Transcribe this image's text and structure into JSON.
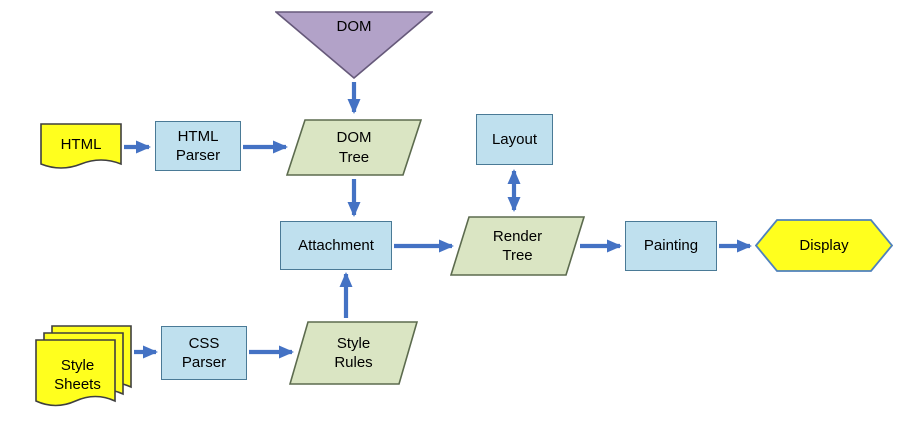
{
  "diagram": {
    "description": "Browser rendering engine flow diagram"
  },
  "colors": {
    "node_blue": "#BFE0EE",
    "stroke_blue": "#4A7A96",
    "node_green": "#DAE5C3",
    "stroke_green": "#5C6B4E",
    "node_yellow": "#FFFF1E",
    "stroke_yellow": "#3F3F3F",
    "stroke_display": "#4F81BD",
    "node_purple": "#B2A2C8",
    "stroke_purple": "#66597A",
    "arrow_blue": "#4472C4"
  },
  "nodes": {
    "dom": {
      "label": "DOM",
      "shape": "triangle-down"
    },
    "html": {
      "label": "HTML",
      "shape": "document"
    },
    "html_parser": {
      "label": "HTML\nParser",
      "shape": "rect"
    },
    "dom_tree": {
      "label": "DOM\nTree",
      "shape": "parallelogram"
    },
    "layout": {
      "label": "Layout",
      "shape": "rect"
    },
    "attachment": {
      "label": "Attachment",
      "shape": "rect"
    },
    "render_tree": {
      "label": "Render\nTree",
      "shape": "parallelogram"
    },
    "painting": {
      "label": "Painting",
      "shape": "rect"
    },
    "display": {
      "label": "Display",
      "shape": "hexagon"
    },
    "style_sheets": {
      "label": "Style\nSheets",
      "shape": "stacked-documents"
    },
    "css_parser": {
      "label": "CSS\nParser",
      "shape": "rect"
    },
    "style_rules": {
      "label": "Style\nRules",
      "shape": "parallelogram"
    }
  },
  "edges": [
    {
      "from": "DOM",
      "to": "DOM Tree",
      "type": "arrow"
    },
    {
      "from": "HTML",
      "to": "HTML Parser",
      "type": "arrow"
    },
    {
      "from": "HTML Parser",
      "to": "DOM Tree",
      "type": "arrow"
    },
    {
      "from": "DOM Tree",
      "to": "Attachment",
      "type": "arrow"
    },
    {
      "from": "Attachment",
      "to": "Render Tree",
      "type": "arrow"
    },
    {
      "from": "Layout",
      "to": "Render Tree",
      "type": "double-arrow"
    },
    {
      "from": "Render Tree",
      "to": "Painting",
      "type": "arrow"
    },
    {
      "from": "Painting",
      "to": "Display",
      "type": "arrow"
    },
    {
      "from": "Style Sheets",
      "to": "CSS Parser",
      "type": "arrow"
    },
    {
      "from": "CSS Parser",
      "to": "Style Rules",
      "type": "arrow"
    },
    {
      "from": "Style Rules",
      "to": "Attachment",
      "type": "arrow"
    }
  ]
}
